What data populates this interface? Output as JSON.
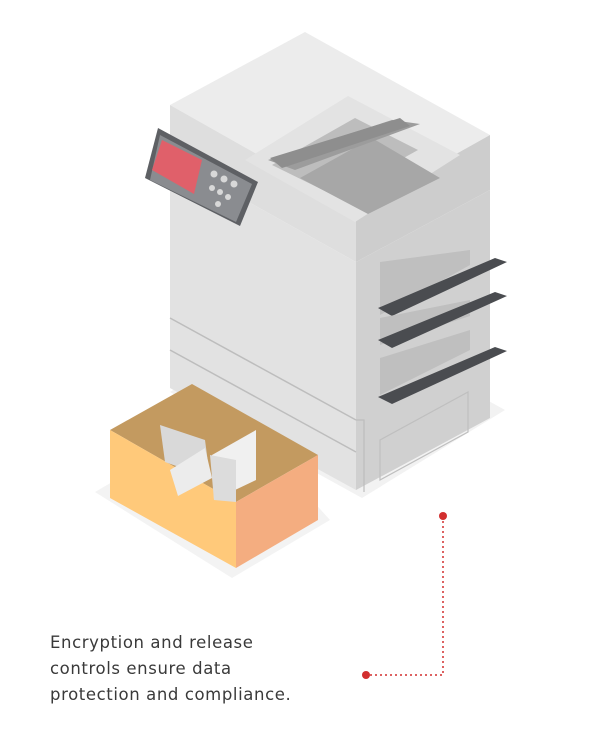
{
  "caption": {
    "lines": [
      "Encryption and release",
      "controls ensure data",
      "protection and compliance."
    ]
  },
  "illustration": {
    "subject": "multifunction-printer",
    "colors": {
      "body_light": "#e6e6e6",
      "body_side": "#d2d2d2",
      "control_screen": "#e0606a",
      "output_trays": "#4a4c50",
      "paper_box_front": "#ffc97a",
      "paper_box_side": "#f4ad80",
      "paper_box_inside": "#c39a60",
      "callout": "#d22f2f"
    }
  }
}
